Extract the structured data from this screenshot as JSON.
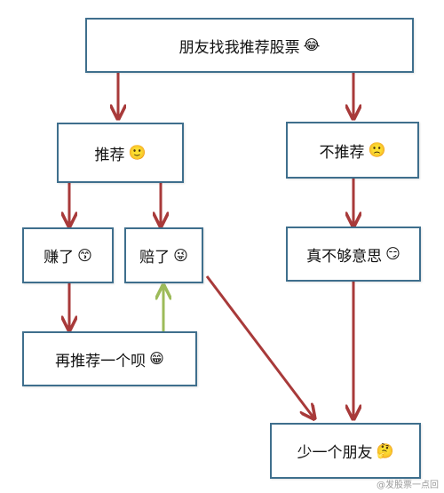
{
  "nodes": {
    "friend_asks": {
      "label": "朋友找我推荐股票",
      "emoji_symbol": "😂",
      "emoji_name": "laughing-crying-emoji"
    },
    "recommend": {
      "label": "推荐",
      "emoji_symbol": "🙂",
      "emoji_name": "smile-emoji"
    },
    "not_recommend": {
      "label": "不推荐",
      "emoji_symbol": "🙁",
      "emoji_name": "frown-emoji"
    },
    "earned": {
      "label": "赚了",
      "emoji_symbol": "😙",
      "emoji_name": "kiss-emoji"
    },
    "lost": {
      "label": "赔了",
      "emoji_symbol": "😜",
      "emoji_name": "tongue-out-emoji"
    },
    "really_not_loyal": {
      "label": "真不够意思",
      "emoji_symbol": "😏",
      "emoji_name": "smirk-emoji"
    },
    "recommend_again": {
      "label": "再推荐一个呗",
      "emoji_symbol": "😁",
      "emoji_name": "grin-emoji"
    },
    "one_less_friend": {
      "label": "少一个朋友",
      "emoji_symbol": "🤔",
      "emoji_name": "thinking-emoji"
    }
  },
  "edges": [
    {
      "from": "friend_asks",
      "to": "recommend",
      "color": "#a83a3a"
    },
    {
      "from": "friend_asks",
      "to": "not_recommend",
      "color": "#a83a3a"
    },
    {
      "from": "recommend",
      "to": "earned",
      "color": "#a83a3a"
    },
    {
      "from": "recommend",
      "to": "lost",
      "color": "#a83a3a"
    },
    {
      "from": "earned",
      "to": "recommend_again",
      "color": "#a83a3a"
    },
    {
      "from": "recommend_again",
      "to": "lost",
      "color": "#9dbb5a"
    },
    {
      "from": "not_recommend",
      "to": "really_not_loyal",
      "color": "#a83a3a"
    },
    {
      "from": "really_not_loyal",
      "to": "one_less_friend",
      "color": "#a83a3a"
    },
    {
      "from": "lost",
      "to": "one_less_friend",
      "color": "#a83a3a"
    }
  ],
  "colors": {
    "box_border": "#3f6f8d",
    "arrow_red": "#a83a3a",
    "arrow_green": "#9dbb5a"
  },
  "watermark": "@发股票一点回"
}
